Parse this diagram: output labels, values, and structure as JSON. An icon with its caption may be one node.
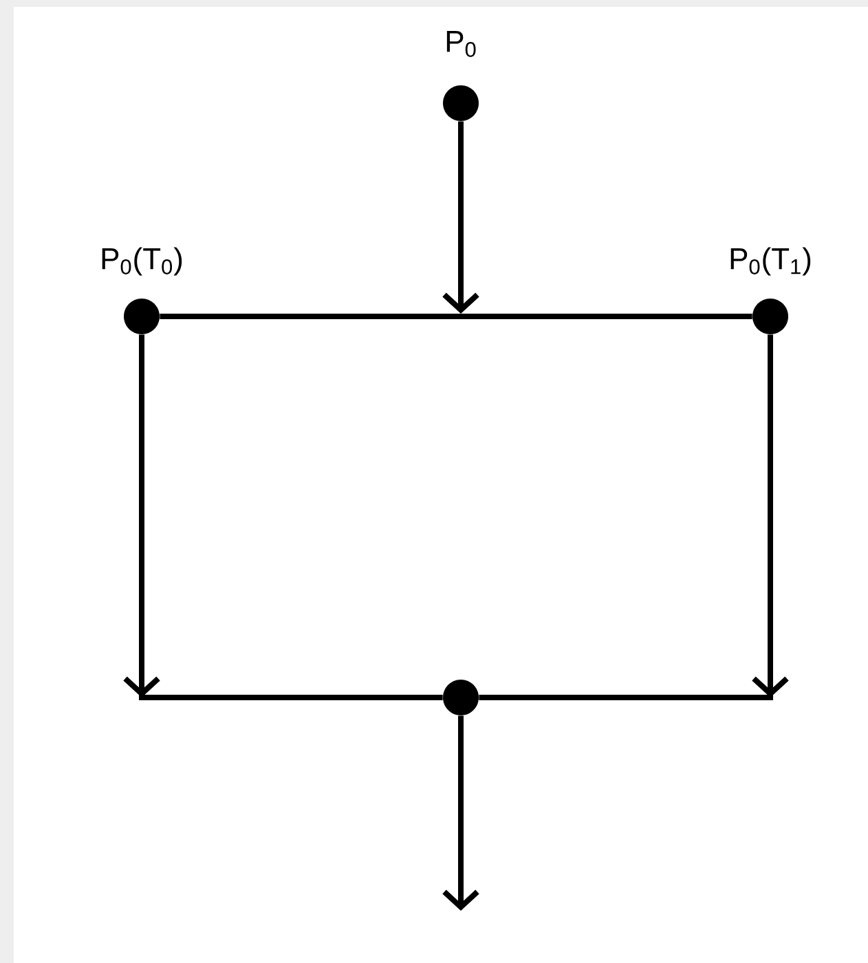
{
  "diagram": {
    "nodes": [
      {
        "text": [],
        "shape": "circle",
        "beside": [
          "P$_{0}$"
        ]
      },
      {
        "text": [],
        "shape": "circle",
        "beside": [
          "P$_{0}$(T$_{0}$)"
        ]
      },
      {
        "text": [],
        "shape": "circle",
        "beside": [
          "P$_{0}$(T$_{1}$)"
        ]
      },
      {
        "text": [],
        "shape": "circle"
      }
    ],
    "edges": [
      {
        "from": 0,
        "to": null,
        "arrow": "to"
      },
      {
        "from": 1,
        "to": 2,
        "arrow": "none"
      },
      {
        "from": 1,
        "to": null,
        "arrow": "to"
      },
      {
        "from": 2,
        "to": null,
        "arrow": "to"
      },
      {
        "from": 3,
        "to": null,
        "arrow": "none"
      },
      {
        "from": 3,
        "to": null,
        "arrow": "none"
      },
      {
        "from": 3,
        "to": null,
        "arrow": "to"
      }
    ]
  }
}
